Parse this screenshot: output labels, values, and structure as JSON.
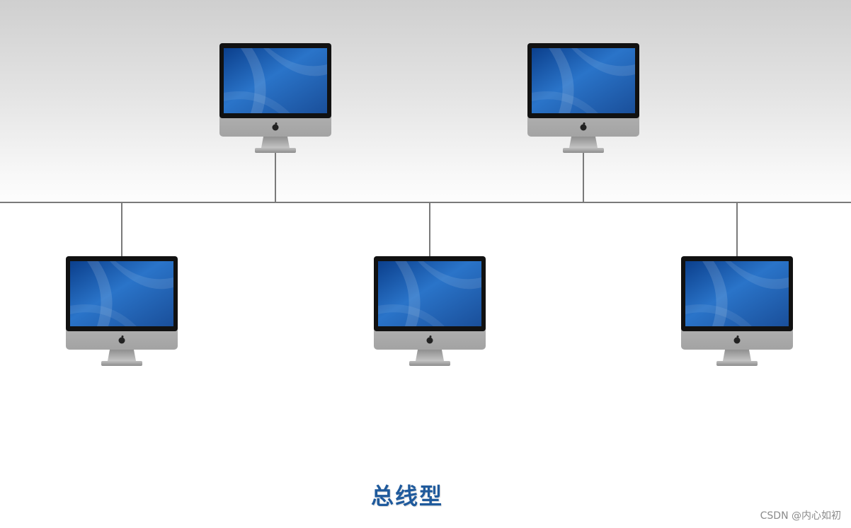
{
  "diagram": {
    "caption": "总线型",
    "icon": "imac-computer-icon",
    "node_count": 5
  },
  "watermark": "CSDN @内心如初",
  "colors": {
    "caption": "#1f5a9c",
    "bus_line": "#7a7a7a",
    "screen": "#1e63b5",
    "bezel": "#111111",
    "body": "#b9b9b9"
  }
}
